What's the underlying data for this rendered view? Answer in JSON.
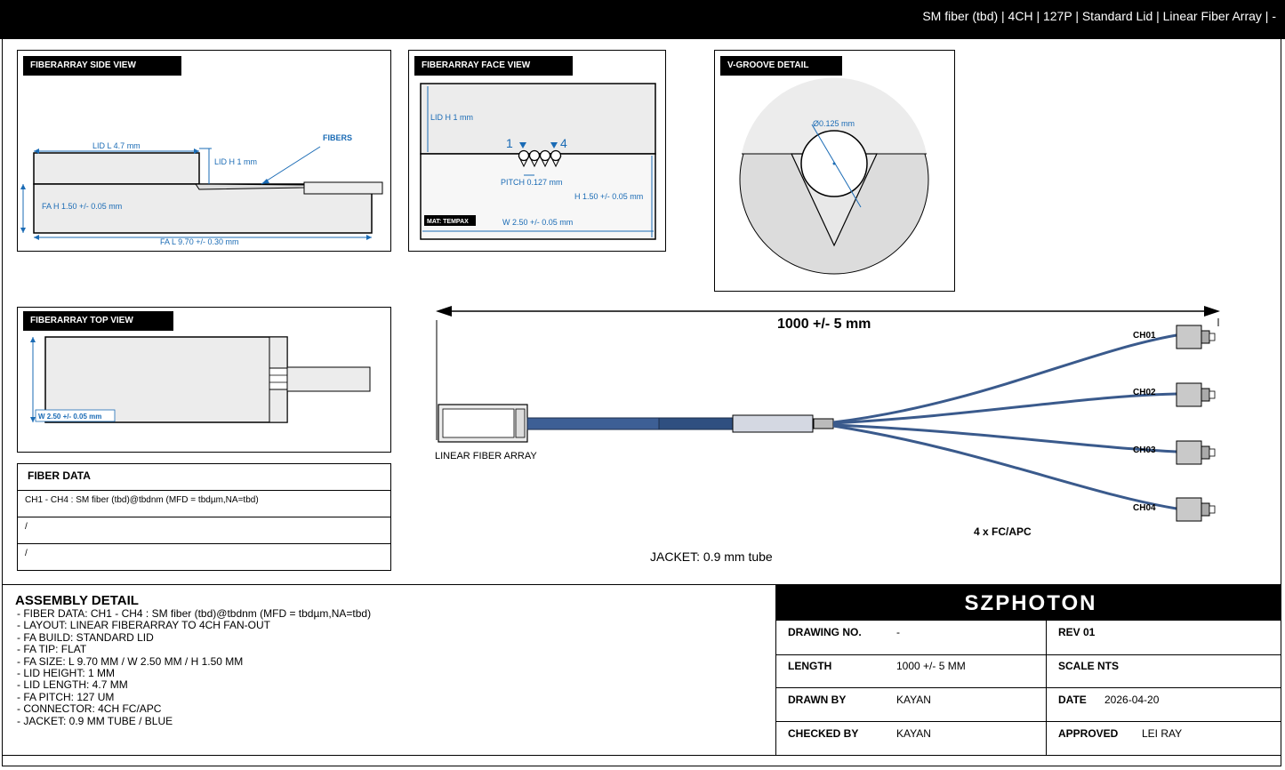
{
  "header": {
    "title": "SM fiber (tbd) | 4CH | 127P | Standard Lid | Linear Fiber Array | -"
  },
  "side_view": {
    "tab": "FIBERARRAY SIDE VIEW",
    "lid_l": "LID L 4.7 mm",
    "lid_h": "LID H 1 mm",
    "fibers": "FIBERS",
    "fa_h": "FA H 1.50 +/- 0.05 mm",
    "fa_l": "FA L 9.70 +/- 0.30 mm"
  },
  "face_view": {
    "tab": "FIBERARRAY FACE VIEW",
    "lid_h": "LID H 1 mm",
    "ch_first": "1",
    "ch_last": "4",
    "pitch": "PITCH 0.127 mm",
    "h": "H 1.50 +/- 0.05 mm",
    "mat": "MAT: TEMPAX",
    "w": "W 2.50 +/- 0.05 mm"
  },
  "vgroove": {
    "tab": "V-GROOVE DETAIL",
    "diameter": "Ø0.125 mm"
  },
  "top_view": {
    "tab": "FIBERARRAY TOP VIEW",
    "w": "W 2.50 +/- 0.05 mm"
  },
  "fiber_data": {
    "title": "FIBER DATA",
    "rows": [
      "CH1 - CH4 : SM fiber (tbd)@tbdnm (MFD = tbdµm,NA=tbd)",
      "/",
      "/"
    ]
  },
  "assembly": {
    "length_label": "1000 +/- 5 mm",
    "array_label": "LINEAR FIBER ARRAY",
    "jacket_label": "JACKET: 0.9 mm tube",
    "connectors_label": "4 x FC/APC",
    "channels": [
      "CH01",
      "CH02",
      "CH03",
      "CH04"
    ],
    "fiber_color": "#3a5a8c"
  },
  "assembly_detail": {
    "title": "ASSEMBLY DETAIL",
    "lines": [
      "- FIBER DATA: CH1 - CH4 : SM fiber (tbd)@tbdnm (MFD = tbdµm,NA=tbd)",
      "- LAYOUT: LINEAR FIBERARRAY TO 4CH FAN-OUT",
      "- FA BUILD: STANDARD LID",
      "- FA TIP: FLAT",
      "- FA SIZE: L 9.70 MM / W 2.50 MM / H 1.50 MM",
      "- LID HEIGHT: 1 MM",
      "- LID LENGTH: 4.7 MM",
      "- FA PITCH: 127 UM",
      "- CONNECTOR: 4CH FC/APC",
      "- JACKET: 0.9 MM TUBE / BLUE"
    ]
  },
  "title_block": {
    "brand": "SZPHOTON",
    "drawing_no_label": "DRAWING NO.",
    "drawing_no": "-",
    "rev": "REV 01",
    "length_label": "LENGTH",
    "length": "1000 +/- 5 MM",
    "scale": "SCALE NTS",
    "drawn_by_label": "DRAWN BY",
    "drawn_by": "KAYAN",
    "date_label": "DATE",
    "date": "2026-04-20",
    "checked_by_label": "CHECKED BY",
    "checked_by": "KAYAN",
    "approved_label": "APPROVED",
    "approved": "LEI RAY"
  },
  "colors": {
    "dimension": "#1a6bb5",
    "jacket": "#3a5a8c"
  }
}
